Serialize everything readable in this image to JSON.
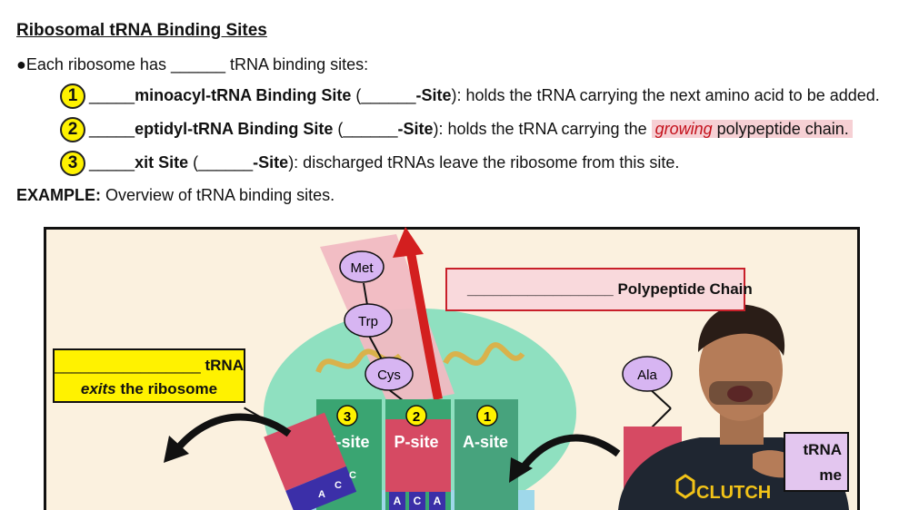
{
  "header": {
    "title": "Ribosomal tRNA Binding Sites"
  },
  "intro": {
    "bullet": "●",
    "before": "Each ribosome has ",
    "blank": "______",
    "after": " tRNA binding sites:"
  },
  "items": [
    {
      "num": "1",
      "blank_lead": "_____",
      "bold_name": "minoacyl-tRNA Binding Site",
      "paren_open": " (",
      "blank_site": "______",
      "site_bold": "-Site",
      "desc_plain": "): holds the tRNA carrying the next amino acid to be added.",
      "desc_italic": "",
      "desc_tail": ""
    },
    {
      "num": "2",
      "blank_lead": "_____",
      "bold_name": "eptidyl-tRNA Binding Site",
      "paren_open": " (",
      "blank_site": "______",
      "site_bold": "-Site",
      "desc_plain": "): holds the tRNA carrying the ",
      "desc_italic": "growing",
      "desc_tail": " polypeptide chain."
    },
    {
      "num": "3",
      "blank_lead": "_____",
      "bold_name": "xit Site",
      "paren_open": " (",
      "blank_site": "______",
      "site_bold": "-Site",
      "desc_plain": "): discharged tRNAs leave the ribosome from this site.",
      "desc_italic": "",
      "desc_tail": ""
    }
  ],
  "example": {
    "label": "EXAMPLE:",
    "text": " Overview of tRNA binding sites."
  },
  "diagram": {
    "polypeptide_box": {
      "blank": "_________________",
      "label": " Polypeptide Chain"
    },
    "exit_box": {
      "blank": "_________________",
      "label_bold": " tRNA",
      "italic": "exits",
      "rest": " the ribosome"
    },
    "enter_box": {
      "line1": "tRNA",
      "line2": "me"
    },
    "amino_acids": [
      "Met",
      "Trp",
      "Cys",
      "Ala"
    ],
    "sites": [
      {
        "num": "3",
        "label": "E-site"
      },
      {
        "num": "2",
        "label": "P-site"
      },
      {
        "num": "1",
        "label": "A-site"
      }
    ],
    "anticodon_p": [
      "A",
      "C",
      "A"
    ],
    "anticodon_e": [
      "A",
      "C",
      "C"
    ],
    "logo_text": "CLUTCH",
    "colors": {
      "ribosome": "#8fe0c0",
      "e_site": "#3aa572",
      "p_site": "#d64a63",
      "a_site": "#47a37d",
      "amino_acid": "#d7b5f2",
      "arrow_red": "#d31f1f",
      "anticodon": "#3b2fa8",
      "number_badge": "#fff200"
    }
  }
}
